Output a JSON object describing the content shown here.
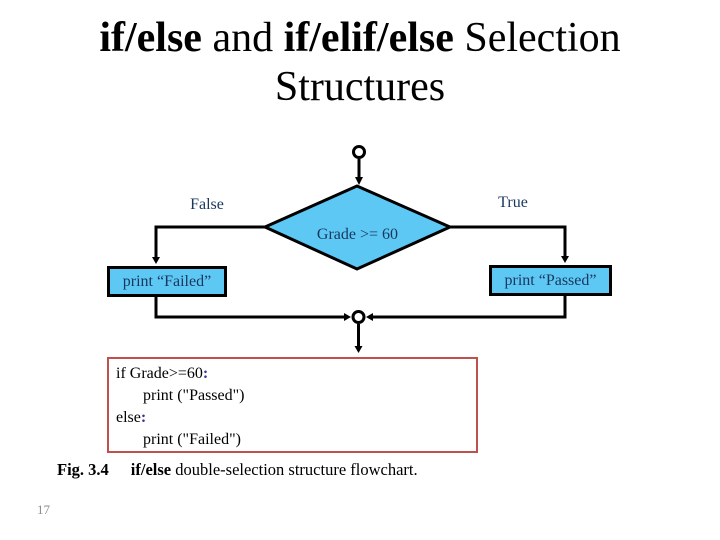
{
  "slide": {
    "page_number": "17",
    "title": {
      "line1": {
        "part1": "if/else",
        "part2": " and ",
        "part3": "if/elif/else",
        "part4": " Selection"
      },
      "line2": "Structures"
    },
    "colors": {
      "shape_fill": "#5EC8F5",
      "shape_text": "#17375D",
      "code_border": "#C0504D",
      "colon": "#333399"
    }
  },
  "flowchart": {
    "false_label": "False",
    "true_label": "True",
    "decision_label": "Grade >= 60",
    "failed_box": "print “Failed”",
    "passed_box": "print “Passed”"
  },
  "code": {
    "line1_text": "if Grade>=60",
    "line1_colon": ":",
    "line2": "print (\"Passed\")",
    "line3_text": "else",
    "line3_colon": ":",
    "line4": "print (\"Failed\")"
  },
  "caption": {
    "fig": "Fig. 3.4",
    "keyword": "if/else",
    "rest": " double-selection structure flowchart."
  }
}
